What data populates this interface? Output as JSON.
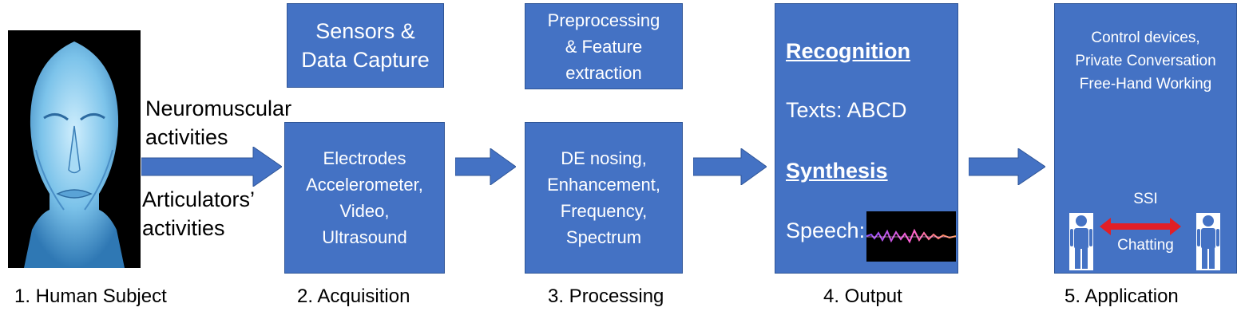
{
  "human": {
    "activity1_lines": [
      "Neuromuscular",
      "activities"
    ],
    "activity2_lines": [
      "Articulators’",
      "activities"
    ]
  },
  "sensors_box": {
    "lines": [
      "Sensors &",
      "Data Capture"
    ]
  },
  "acquisition_box": {
    "lines": [
      "Electrodes",
      "Accelerometer,",
      "Video,",
      "Ultrasound"
    ]
  },
  "preprocessing_box": {
    "lines": [
      "Preprocessing",
      "& Feature",
      "extraction"
    ]
  },
  "processing_box": {
    "lines": [
      "DE nosing,",
      "Enhancement,",
      "Frequency,",
      "Spectrum"
    ]
  },
  "output_box": {
    "recognition_title": "Recognition",
    "texts_line": "Texts: ABCD",
    "synthesis_title": "Synthesis",
    "speech_label": "Speech:"
  },
  "application_box": {
    "lines": [
      "Control devices,",
      "Private Conversation",
      "Free-Hand Working"
    ],
    "ssi_label": "SSI",
    "chatting_label": "Chatting"
  },
  "stage_labels": [
    "1. Human Subject",
    "2. Acquisition",
    "3. Processing",
    "4. Output",
    "5. Application"
  ],
  "colors": {
    "box_fill": "#4472c4",
    "box_border": "#2f5597",
    "double_arrow": "#e11f26"
  },
  "icons": [
    "human-face-image",
    "speech-waveform-image",
    "person-icon",
    "double-arrow-icon"
  ]
}
